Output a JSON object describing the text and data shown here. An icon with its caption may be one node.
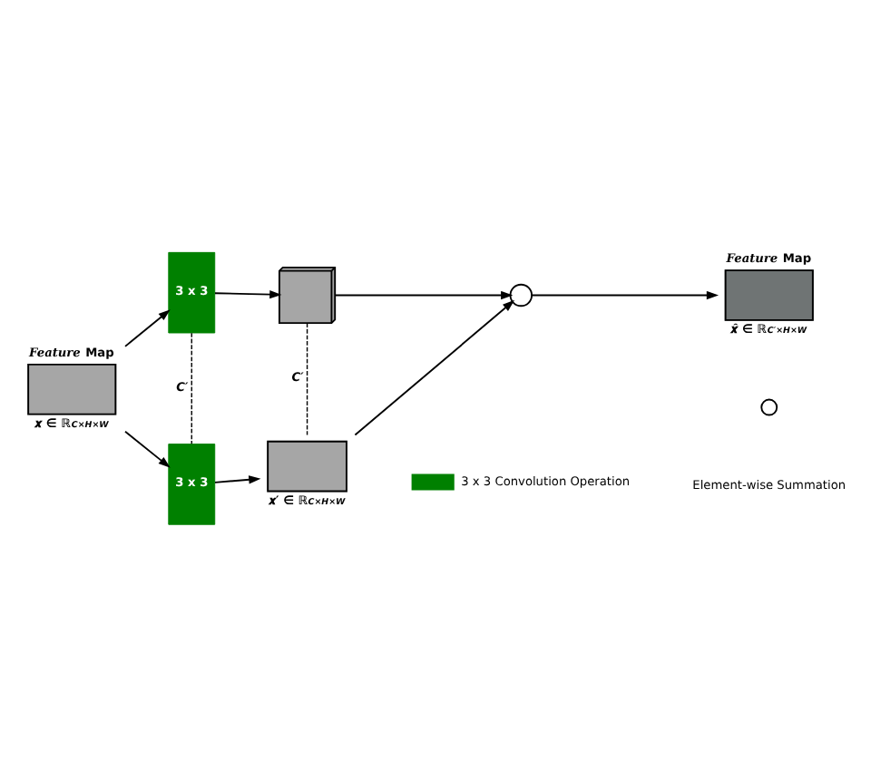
{
  "diagram": {
    "nodes": [
      {
        "text": [
          "*Feature* Map",
          "𝒙 ∈ ℝ$^{C×H×W}$"
        ]
      },
      {
        "text": [
          "3 x 3"
        ]
      },
      {
        "text": [
          "3 x 3"
        ]
      },
      {
        "text": [],
        "shape": "box"
      },
      {
        "text": [
          "𝒙′ ∈ ℝ$^{C×H×W}$"
        ]
      },
      {
        "text": [],
        "shape": "circle"
      },
      {
        "text": [
          "*Feature* Map",
          "𝒙̂ ∈ ℝ$^{C′×H×W}$"
        ]
      }
    ],
    "edges": [
      {
        "from": 0,
        "to": 1,
        "arrow": "to"
      },
      {
        "from": 0,
        "to": 2,
        "arrow": "to"
      },
      {
        "from": 1,
        "to": 3,
        "arrow": "to"
      },
      {
        "from": 2,
        "to": 4,
        "arrow": "to"
      },
      {
        "from": 1,
        "to": 2,
        "arrow": "none",
        "style": "dashed",
        "label": "C′"
      },
      {
        "from": 3,
        "to": 4,
        "arrow": "none",
        "style": "dashed",
        "label": "C′"
      },
      {
        "from": 3,
        "to": 5,
        "arrow": "to"
      },
      {
        "from": 4,
        "to": 5,
        "arrow": "to"
      },
      {
        "from": 5,
        "to": 6,
        "arrow": "to"
      }
    ],
    "legend": [
      {
        "text": "3 x 3 Convolution Operation",
        "color": "#008000"
      },
      {
        "text": "Element-wise Summation"
      }
    ]
  }
}
